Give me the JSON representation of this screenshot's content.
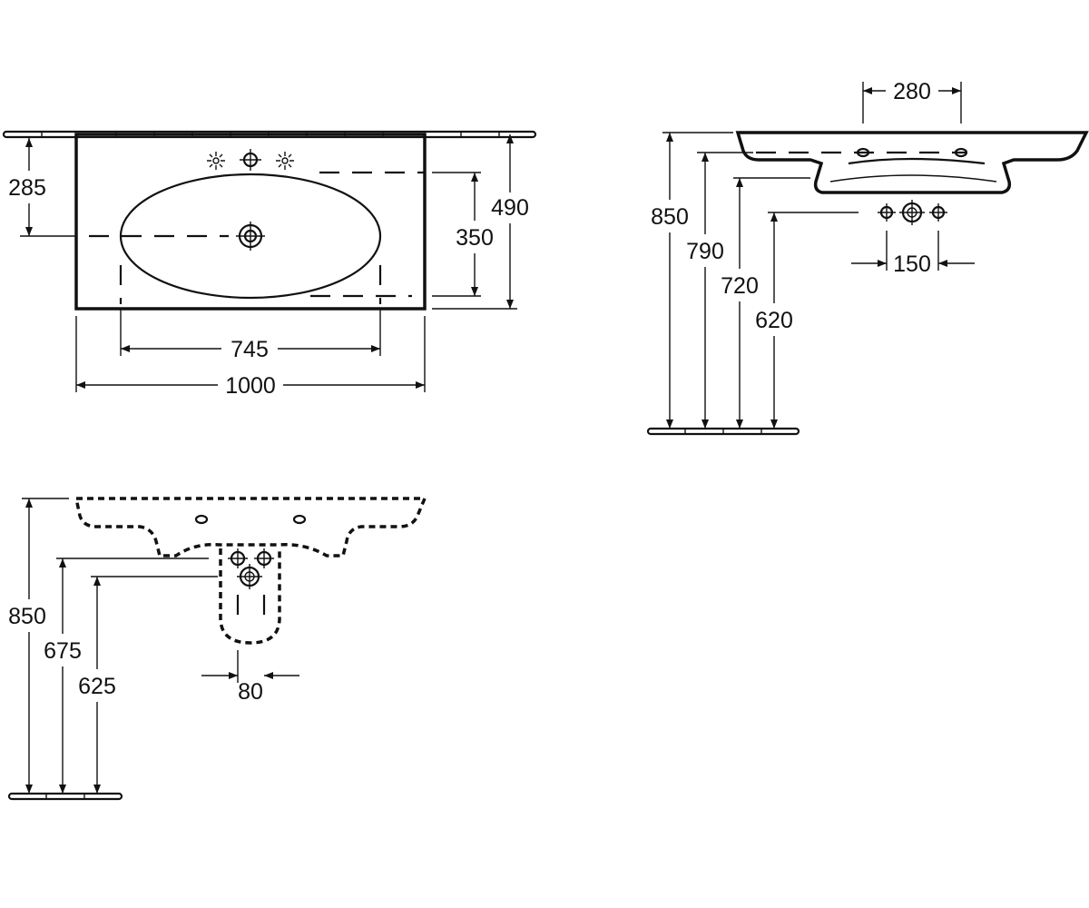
{
  "views": {
    "top_view": {
      "dims": {
        "basin_offset": "285",
        "total_depth": "490",
        "basin_depth": "350",
        "basin_width": "745",
        "total_width": "1000"
      }
    },
    "side_view": {
      "dims": {
        "tap_spacing": "280",
        "height_top": "850",
        "height_rim": "790",
        "height_underside": "720",
        "height_supply": "620",
        "supply_spacing": "150"
      }
    },
    "front_view": {
      "dims": {
        "height_top": "850",
        "height_outlet": "675",
        "height_supply": "625",
        "supply_spacing": "80"
      }
    }
  },
  "colors": {
    "line": "#111111",
    "background": "#ffffff"
  }
}
